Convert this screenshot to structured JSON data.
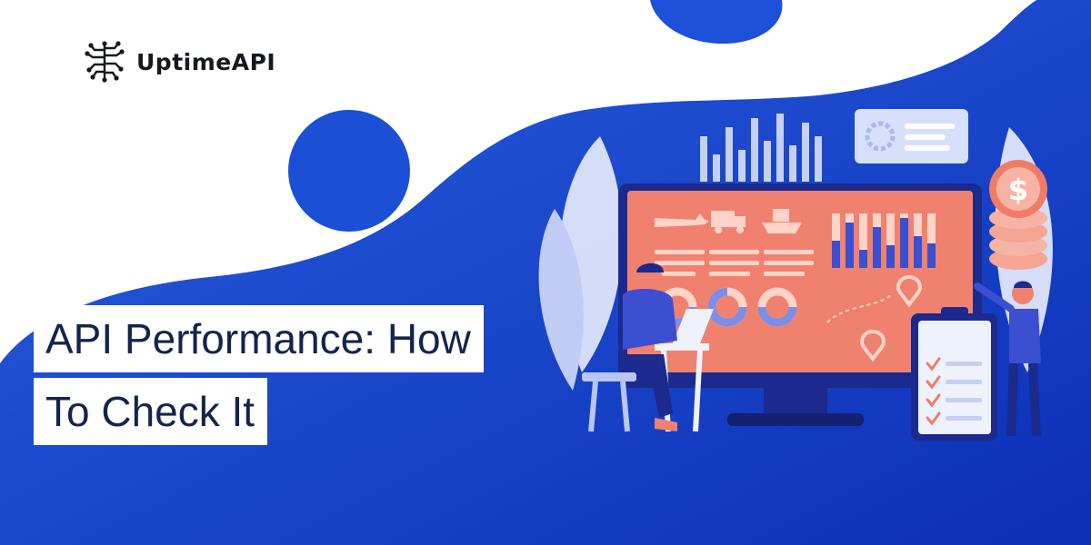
{
  "brand": {
    "name": "UptimeAPI",
    "logo_icon": "circuit-brain-icon"
  },
  "headline": {
    "line1": "API Performance: How",
    "line2": "To Check It"
  },
  "illustration": {
    "coin_symbol": "$"
  },
  "colors": {
    "brand_blue": "#1a4fd6",
    "deep_blue": "#0b2fb6",
    "monitor_screen": "#f0816f",
    "headline_text": "#15244a"
  }
}
